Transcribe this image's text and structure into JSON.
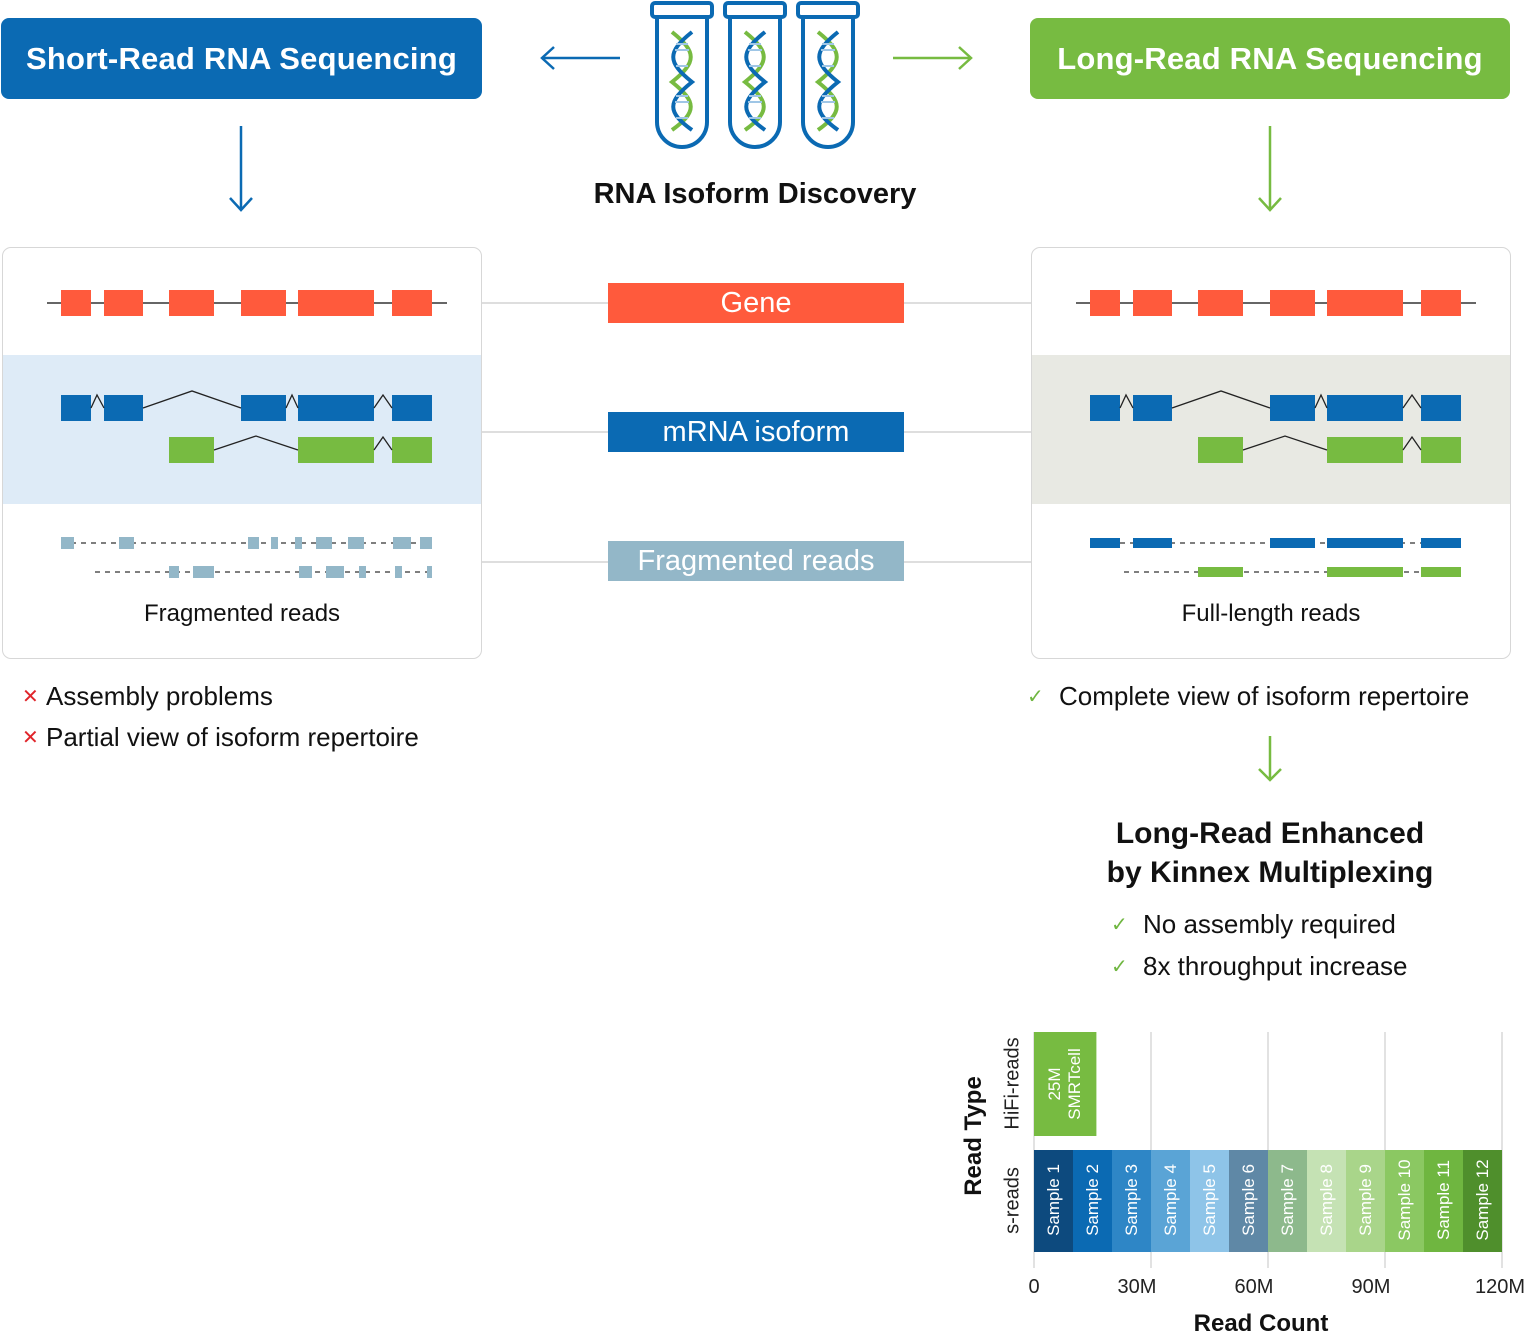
{
  "header": {
    "short_read": "Short-Read RNA Sequencing",
    "long_read": "Long-Read RNA Sequencing",
    "center_title": "RNA Isoform Discovery"
  },
  "legend": {
    "gene": "Gene",
    "mrna": "mRNA isoform",
    "fragmented": "Fragmented reads"
  },
  "left_panel": {
    "caption": "Fragmented reads",
    "bullets": [
      "Assembly problems",
      "Partial view of isoform repertoire"
    ]
  },
  "right_panel": {
    "caption": "Full-length reads",
    "bullets": [
      "Complete view of isoform repertoire"
    ]
  },
  "kinnex": {
    "title_line1": "Long-Read Enhanced",
    "title_line2": "by Kinnex Multiplexing",
    "bullets": [
      "No assembly required",
      "8x throughput increase"
    ]
  },
  "colors": {
    "blue": "#0b6ab3",
    "green": "#77bb41",
    "gene_red": "#ff5a3c",
    "frag_grey": "#93b7c8",
    "cross_red": "#e0252b"
  },
  "icons": [
    "dna-test-tube-icon",
    "arrow-left-icon",
    "arrow-right-icon",
    "arrow-down-icon",
    "cross-icon",
    "check-icon"
  ],
  "chart_data": {
    "type": "bar",
    "orientation": "horizontal",
    "stacked": true,
    "ylabel": "Read Type",
    "xlabel": "Read Count",
    "categories": [
      "HiFi-reads",
      "s-reads"
    ],
    "xlim": [
      0,
      120
    ],
    "x_ticks": [
      "0",
      "30M",
      "60M",
      "90M",
      "120M"
    ],
    "series": [
      {
        "name": "25M SMRTcell",
        "category": "HiFi-reads",
        "values": [
          16
        ],
        "color": "#77bb41"
      },
      {
        "name": "Sample 1",
        "category": "s-reads",
        "values": [
          10
        ],
        "color": "#0d4a7e"
      },
      {
        "name": "Sample 2",
        "category": "s-reads",
        "values": [
          10
        ],
        "color": "#0b6ab3"
      },
      {
        "name": "Sample 3",
        "category": "s-reads",
        "values": [
          10
        ],
        "color": "#2e86c6"
      },
      {
        "name": "Sample 4",
        "category": "s-reads",
        "values": [
          10
        ],
        "color": "#5aa4d6"
      },
      {
        "name": "Sample 5",
        "category": "s-reads",
        "values": [
          10
        ],
        "color": "#8ec4e8"
      },
      {
        "name": "Sample 6",
        "category": "s-reads",
        "values": [
          10
        ],
        "color": "#5f88a6"
      },
      {
        "name": "Sample 7",
        "category": "s-reads",
        "values": [
          10
        ],
        "color": "#8db98c"
      },
      {
        "name": "Sample 8",
        "category": "s-reads",
        "values": [
          10
        ],
        "color": "#c5e2b4"
      },
      {
        "name": "Sample 9",
        "category": "s-reads",
        "values": [
          10
        ],
        "color": "#a9d58a"
      },
      {
        "name": "Sample 10",
        "category": "s-reads",
        "values": [
          10
        ],
        "color": "#8bc862"
      },
      {
        "name": "Sample 11",
        "category": "s-reads",
        "values": [
          10
        ],
        "color": "#6fb640"
      },
      {
        "name": "Sample 12",
        "category": "s-reads",
        "values": [
          10
        ],
        "color": "#4f8f2c"
      }
    ]
  }
}
